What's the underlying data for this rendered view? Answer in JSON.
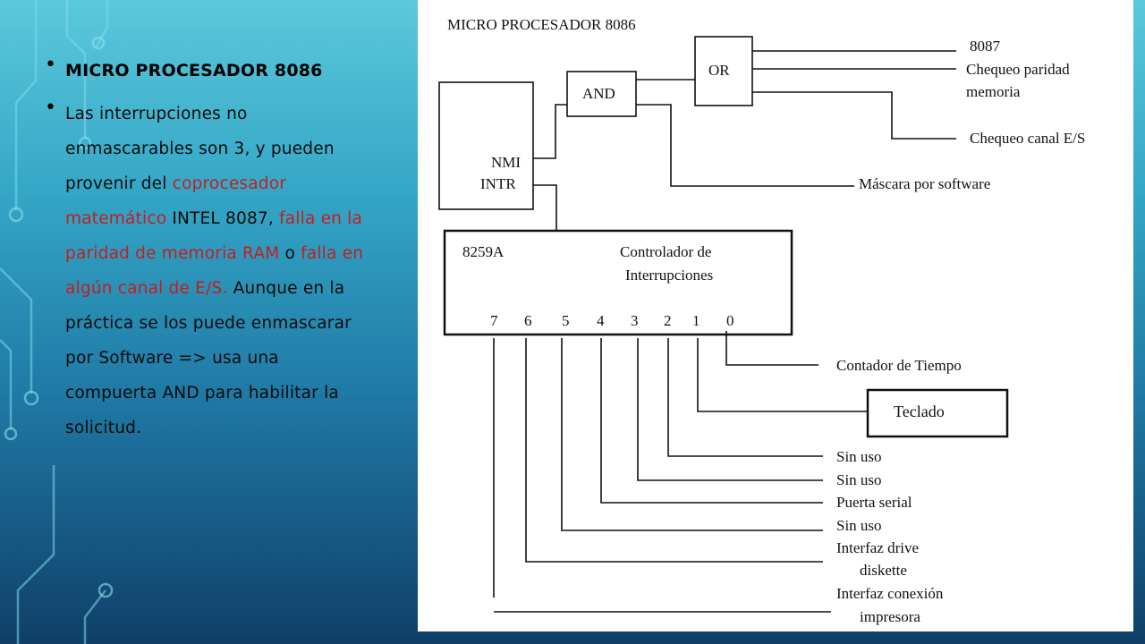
{
  "slide": {
    "title": "MICRO PROCESADOR 8086",
    "body": {
      "seg1": "Las interrupciones no enmascarables son 3, y pueden provenir del ",
      "seg2": "coprocesador matemático",
      "seg3": " INTEL 8087, ",
      "seg4": "falla en la paridad de memoria RAM",
      "seg5": " o ",
      "seg6": "falla en algún canal de E/S.",
      "seg7": " Aunque en la práctica se los puede enmascarar por Software => usa una compuerta AND para habilitar la solicitud."
    }
  },
  "diagram": {
    "heading": "MICRO PROCESADOR 8086",
    "cpu": {
      "nmi": "NMI",
      "intr": "INTR"
    },
    "gates": {
      "and": "AND",
      "or": "OR"
    },
    "or_inputs": [
      "8087",
      "Chequeo paridad",
      "memoria",
      "Chequeo canal E/S"
    ],
    "mask_label": "Máscara por software",
    "controller": {
      "chip": "8259A",
      "name_line1": "Controlador de",
      "name_line2": "Interrupciones",
      "pins": [
        "7",
        "6",
        "5",
        "4",
        "3",
        "2",
        "1",
        "0"
      ]
    },
    "irq_devices": {
      "irq0": "Contador de Tiempo",
      "irq1": "Teclado",
      "irq2": "Sin uso",
      "irq3": "Sin uso",
      "irq4": "Puerta serial",
      "irq5": "Sin uso",
      "irq6_line1": "Interfaz drive",
      "irq6_line2": "diskette",
      "irq7_line1": "Interfaz conexión",
      "irq7_line2": "impresora"
    }
  },
  "colors": {
    "highlight": "#c41e1e",
    "bg_top": "#5bc9dc",
    "bg_bottom": "#0f3f68"
  }
}
